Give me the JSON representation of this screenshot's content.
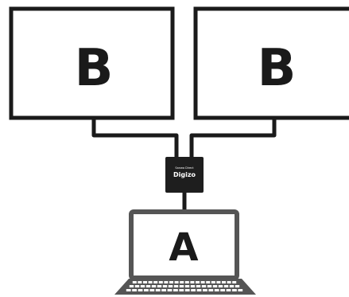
{
  "monitor_left": {
    "label": "B"
  },
  "monitor_right": {
    "label": "B"
  },
  "laptop": {
    "label": "A"
  },
  "splitter": {
    "brand_small": "Sanwa Direct",
    "brand_name": "Digizo"
  },
  "colors": {
    "outline": "#1a1a1a",
    "laptop_frame": "#555555",
    "keyboard_keys": "#ffffff",
    "background": "#ffffff"
  }
}
